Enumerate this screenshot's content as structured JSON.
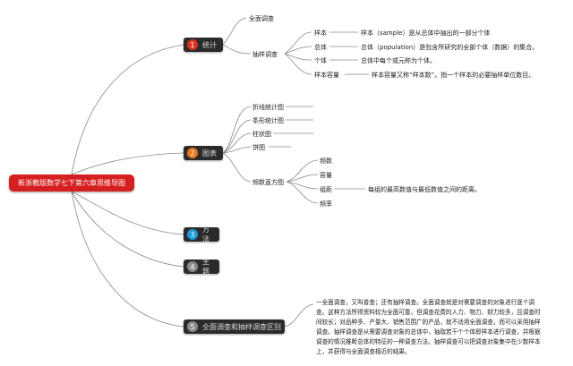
{
  "root": {
    "label": "新浙教版数学七下第六章思维导图"
  },
  "colors": {
    "root": "#d61f1f",
    "branch_bg": "#2b2b2b",
    "badge_1": "#d8321c",
    "badge_2": "#e8781c",
    "badge_3": "#1c9ad8",
    "badge_4": "#8a8a8a",
    "badge_5": "#8a8a8a",
    "line": "#8a8a8a"
  },
  "branches": [
    {
      "number": "1",
      "label": "统计",
      "children": [
        {
          "label": "全面调查"
        },
        {
          "label": "抽样调查",
          "children": [
            {
              "label": "样本",
              "detail": "样本（sample）是从总体中抽出的一部分个体"
            },
            {
              "label": "总体",
              "detail": "总体（population）是包含所研究的全部个体（数据）的集合。"
            },
            {
              "label": "个体",
              "detail": "总体中每个或元称为个体。"
            },
            {
              "label": "样本容量",
              "detail": "样本容量又称“样本数”。指一个样本的必要抽样单位数目。"
            }
          ]
        }
      ]
    },
    {
      "number": "2",
      "label": "图表",
      "children": [
        {
          "label": "折线统计图"
        },
        {
          "label": "条形统计图"
        },
        {
          "label": "柱状图"
        },
        {
          "label": "饼图"
        },
        {
          "label": "频数直方图",
          "children": [
            {
              "label": "频数"
            },
            {
              "label": "容量"
            },
            {
              "label": "组距",
              "detail": "每组的最高数值与最低数值之间的距离。"
            },
            {
              "label": "频率"
            }
          ]
        }
      ]
    },
    {
      "number": "3",
      "label": "方法"
    },
    {
      "number": "4",
      "label": "主题"
    },
    {
      "number": "5",
      "label": "全面调查和抽样调查区别",
      "note": "一全面调查，又叫普查；还有抽样调查。全面调查就是对需要调查的对象进行逐个调查。这种方法所得资料较为全面可靠，但调查花费的人力、物力、财力较多，且调查时间较长；对品种多、产量大、销售范围广的产品，就不适用全面调查，而可以采用抽样调查。抽样调查是从需要调查对象的总体中，抽取若干个个体即样本进行调查，并根据调查的情况推断总体的特征的一种调查方法。抽样调查可以把调查对象集中在少数样本上，并获得与全面调查相近的结果。"
    }
  ]
}
